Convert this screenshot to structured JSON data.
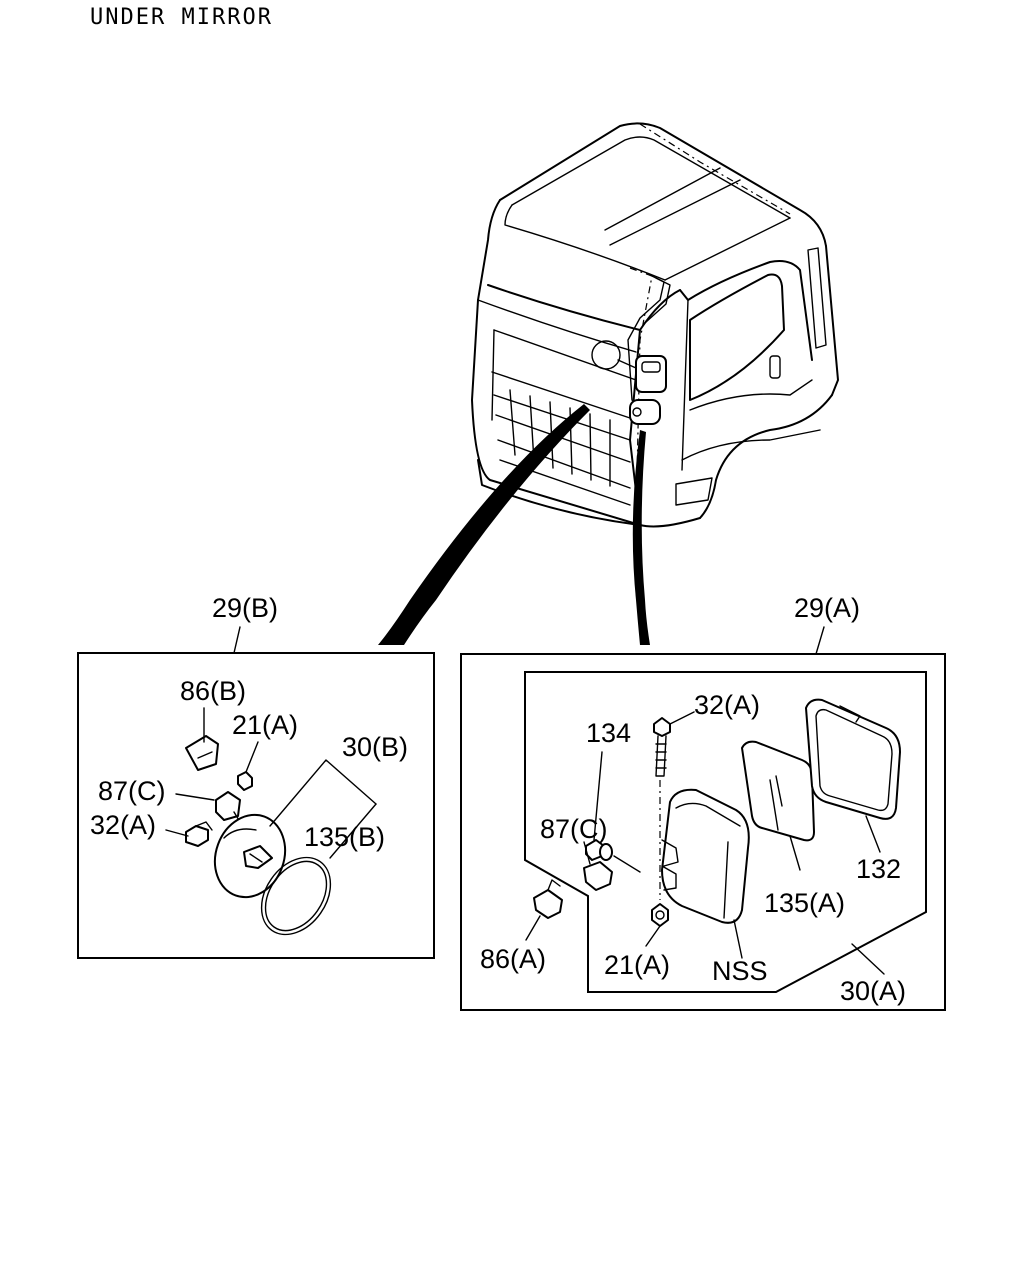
{
  "title": "UNDER MIRROR",
  "assemblies": {
    "left_group": "29(B)",
    "right_group": "29(A)"
  },
  "labels": {
    "p86b": "86(B)",
    "p21a_left": "21(A)",
    "p30b": "30(B)",
    "p87c_left": "87(C)",
    "p32a_left": "32(A)",
    "p135b": "135(B)",
    "p32a_right": "32(A)",
    "p134": "134",
    "p87c_right": "87(C)",
    "p135a": "135(A)",
    "p132": "132",
    "p86a": "86(A)",
    "p21a_right": "21(A)",
    "nss": "NSS",
    "p30a": "30(A)"
  }
}
